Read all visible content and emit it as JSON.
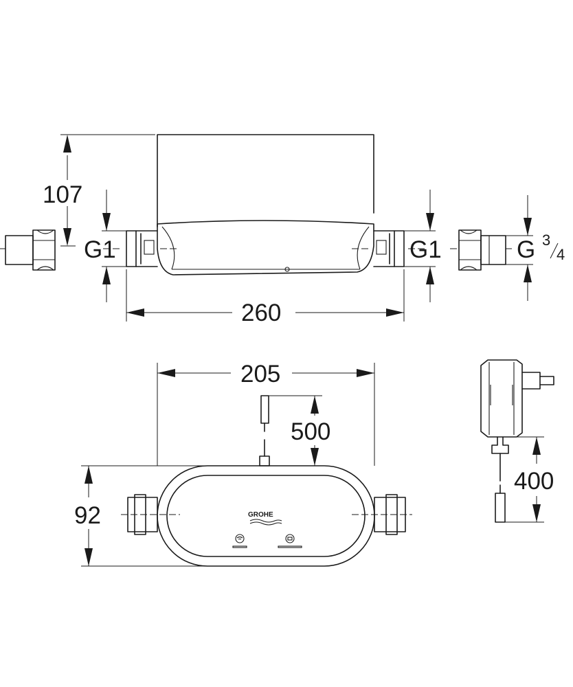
{
  "dimensions": {
    "height_top": "107",
    "thread_left": "G1",
    "thread_mid": "G1",
    "thread_right_base": "G",
    "thread_right_num": "3",
    "thread_right_den": "4",
    "length_connections": "260",
    "width_body": "205",
    "cable_sensor": "500",
    "height_body": "92",
    "cable_power": "400"
  },
  "brand": {
    "logo_text": "GROHE"
  }
}
